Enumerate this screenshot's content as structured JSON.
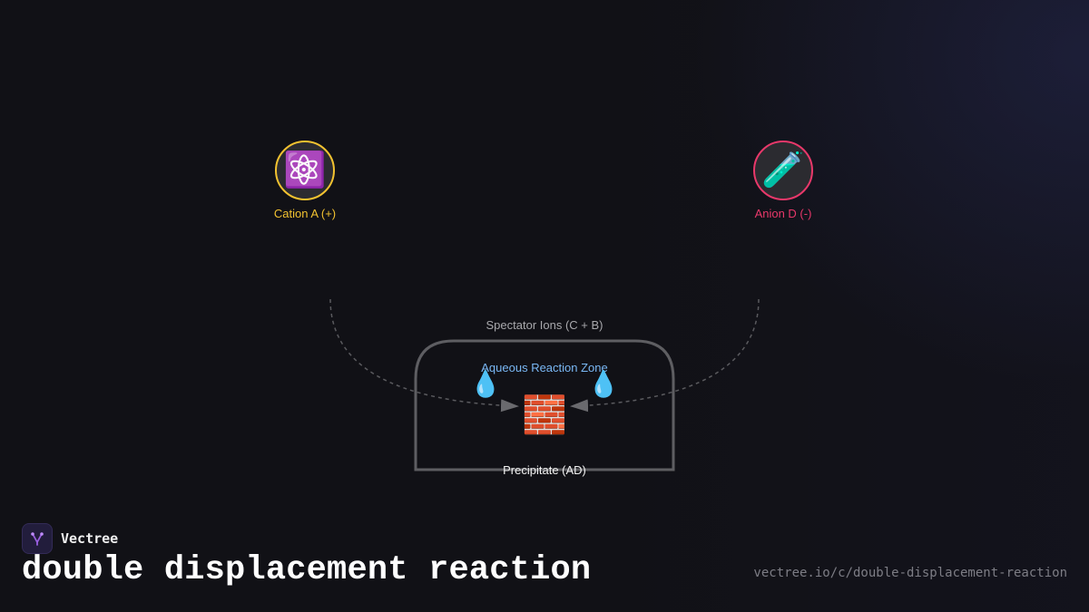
{
  "diagram": {
    "nodes": [
      {
        "id": "cation",
        "label": "Cation A (+)",
        "icon": "atom-icon",
        "glyph": "⚛️",
        "color": "#f2c230"
      },
      {
        "id": "anion",
        "label": "Anion D (-)",
        "icon": "test-tube-icon",
        "glyph": "🧪",
        "color": "#e8386a"
      }
    ],
    "spectator_label": "Spectator Ions (C + B)",
    "zone": {
      "label": "Aqueous Reaction Zone",
      "label_color": "#7ab8f5",
      "border_color": "#5e5e62"
    },
    "droplet": {
      "icon": "droplet-icon",
      "glyph": "💧"
    },
    "precipitate": {
      "label": "Precipitate (AD)",
      "icon": "brick-icon",
      "glyph": "🧱"
    },
    "connector_color": "#5a5a5e"
  },
  "brand": {
    "name": "Vectree",
    "icon": "vectree-logo-icon"
  },
  "page": {
    "title": "double displacement reaction",
    "url": "vectree.io/c/double-displacement-reaction"
  }
}
